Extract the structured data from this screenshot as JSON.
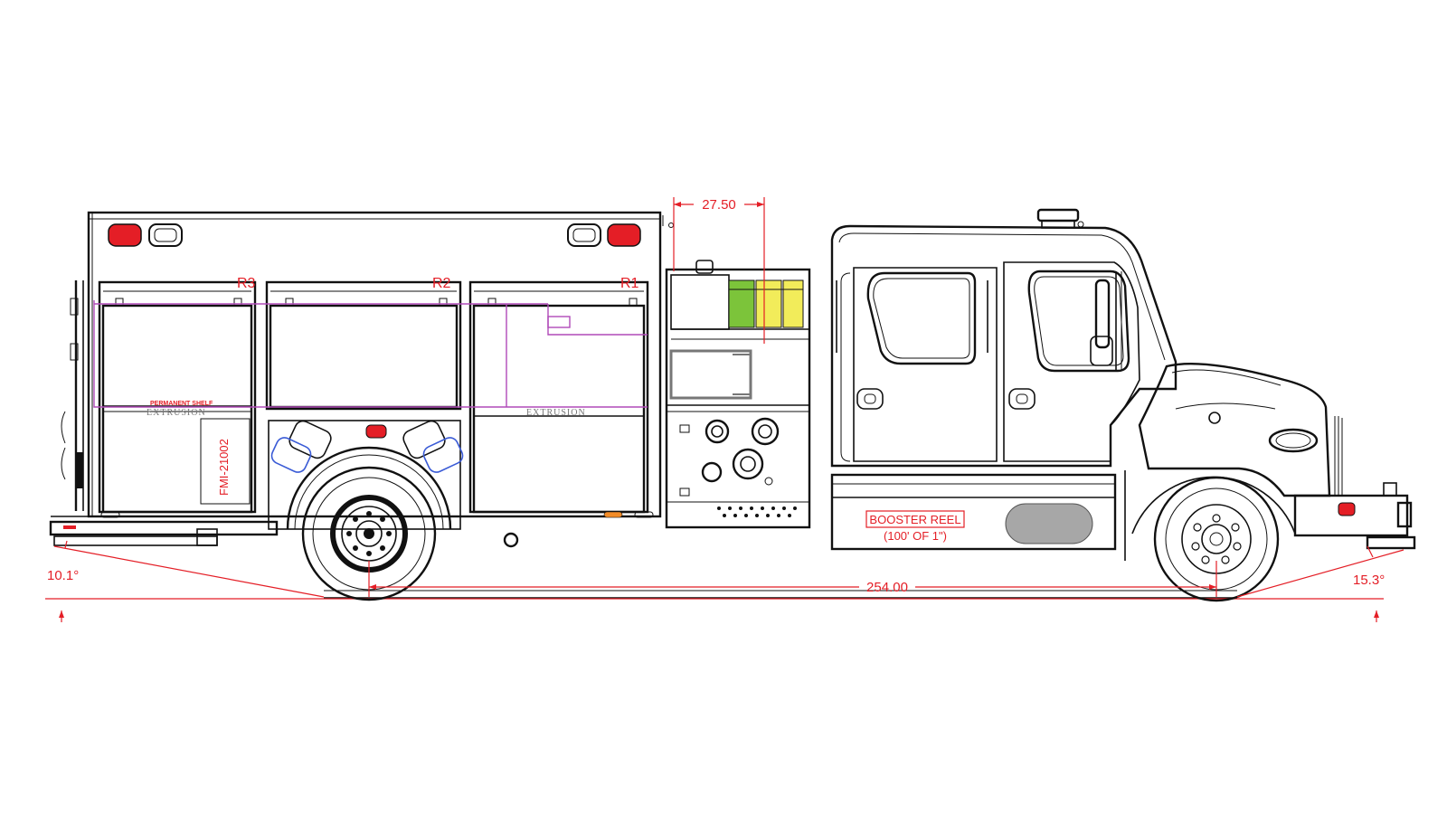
{
  "drawing": {
    "dimensions": {
      "hose_bed": "27.50",
      "wheelbase": "254.00",
      "departure_angle": "10.1°",
      "approach_angle": "15.3°"
    },
    "compartments": {
      "r3": "R3",
      "r2": "R2",
      "r1": "R1"
    },
    "labels": {
      "permanent_shelf": "PERMANENT SHELF",
      "extrusion_left": "EXTRUSION",
      "extrusion_right": "EXTRUSION",
      "door_code": "FMI-21002",
      "booster_reel": "BOOSTER REEL",
      "booster_reel_spec": "(100' OF 1\")"
    },
    "colors": {
      "dimension": "#e41e26",
      "outline": "#111111",
      "plumbing": "#b04ab8",
      "hose_green": "#7cc43a",
      "hose_yellow": "#f2ec5a",
      "grille_gray": "#a7a7a7"
    }
  }
}
